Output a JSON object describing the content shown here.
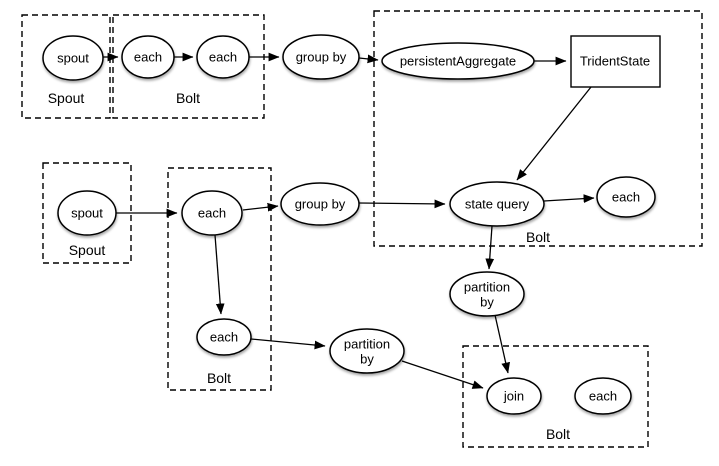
{
  "diagram": {
    "containers": {
      "spout_box_1": {
        "label": "Spout"
      },
      "bolt_box_1": {
        "label": "Bolt"
      },
      "bolt_box_2": {
        "label": "Bolt"
      },
      "spout_box_2": {
        "label": "Spout"
      },
      "bolt_box_3": {
        "label": "Bolt"
      },
      "bolt_box_4": {
        "label": "Bolt"
      }
    },
    "nodes": {
      "spout1": {
        "label": "spout"
      },
      "each1": {
        "label": "each"
      },
      "each2": {
        "label": "each"
      },
      "groupby1": {
        "label": "group by"
      },
      "persistent_aggregate": {
        "label": "persistentAggregate"
      },
      "trident_state": {
        "label": "TridentState"
      },
      "state_query": {
        "label": "state query"
      },
      "each3": {
        "label": "each"
      },
      "spout2": {
        "label": "spout"
      },
      "each4": {
        "label": "each"
      },
      "groupby2": {
        "label": "group by"
      },
      "each5": {
        "label": "each"
      },
      "partitionby1": {
        "lines": [
          "partition",
          "by"
        ]
      },
      "partitionby2": {
        "lines": [
          "partition",
          "by"
        ]
      },
      "join1": {
        "label": "join"
      },
      "each6": {
        "label": "each"
      }
    },
    "colors": {
      "background": "#ffffff",
      "node_fill": "#ffffff",
      "stroke": "#000000",
      "text": "#000000"
    }
  }
}
